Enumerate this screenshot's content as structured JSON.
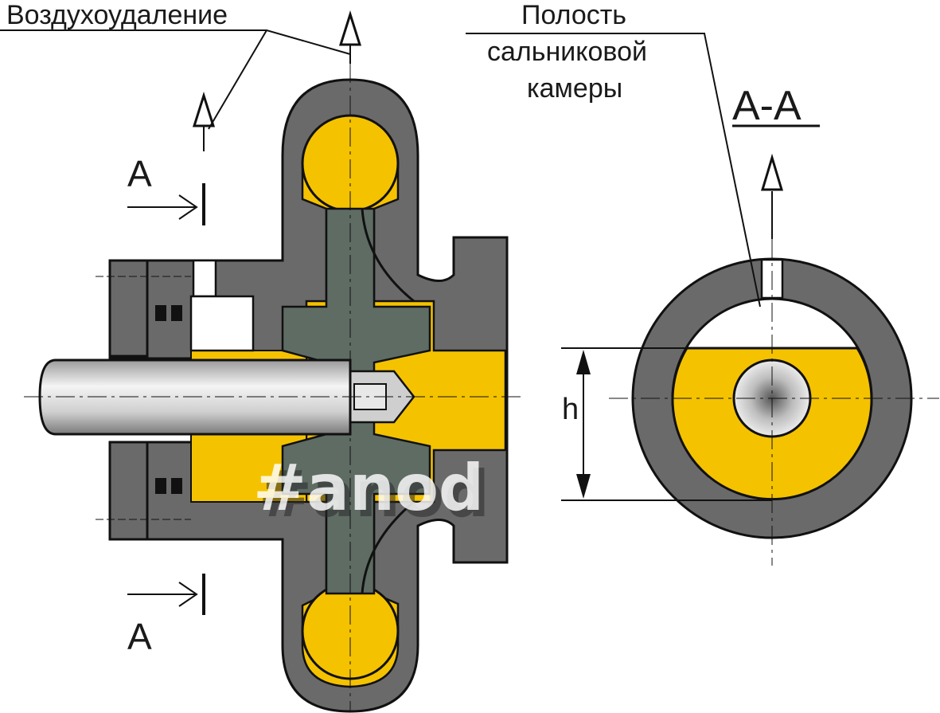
{
  "labels": {
    "air_removal": "Воздухоудаление",
    "cavity_line1": "Полость",
    "cavity_line2": "сальниковой",
    "cavity_line3": "камеры",
    "section_title": "А-А",
    "section_mark_top": "А",
    "section_mark_bottom": "А",
    "height_label": "h"
  },
  "watermark": "#anod",
  "colors": {
    "housing": "#6a6a6a",
    "fluid": "#f5c200",
    "impeller": "#5e6c64",
    "outline": "#111111",
    "shaft_light": "#f2f2f2",
    "shaft_dark": "#8a8a8a"
  }
}
